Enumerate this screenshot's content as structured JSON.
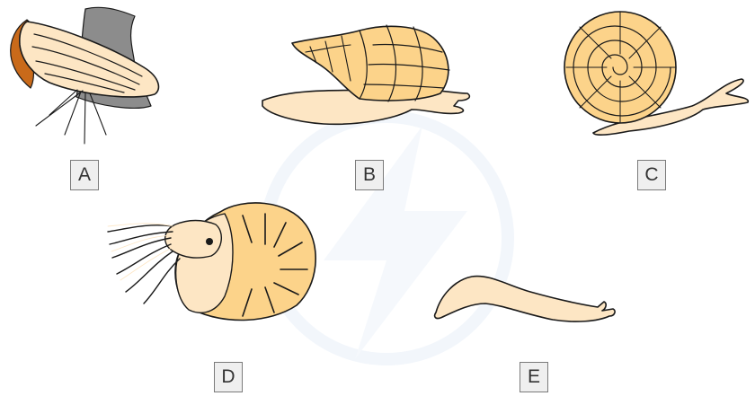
{
  "labels": {
    "a": "A",
    "b": "B",
    "c": "C",
    "d": "D",
    "e": "E"
  },
  "colors": {
    "outline": "#1a1a1a",
    "foot": "#fde6c4",
    "shell_light": "#fcd38a",
    "shell_dark": "#f4b04e",
    "mussel_fringe": "#c96a1a",
    "mussel_grey": "#8c8c8c",
    "watermark": "#eaf2fa",
    "label_border": "#7b7b7b",
    "label_fill": "#efefef"
  },
  "figures": [
    {
      "label": "A",
      "icon": "mussel-icon"
    },
    {
      "label": "B",
      "icon": "whelk-icon"
    },
    {
      "label": "C",
      "icon": "snail-icon"
    },
    {
      "label": "D",
      "icon": "nautilus-icon"
    },
    {
      "label": "E",
      "icon": "slug-icon"
    }
  ]
}
